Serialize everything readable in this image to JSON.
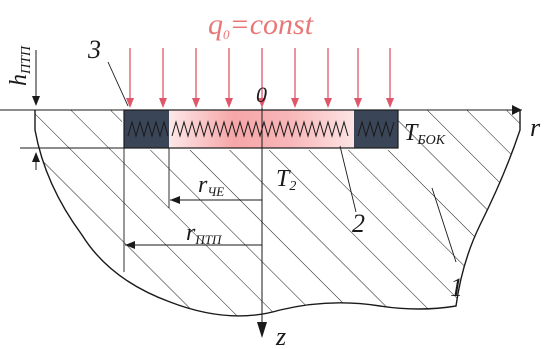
{
  "labels": {
    "q0": "q",
    "q0_sub": "0",
    "q0_rest": "=const",
    "h": "h",
    "h_sub": "ПТП",
    "origin": "0",
    "r_axis": "r",
    "z_axis": "z",
    "T_side": "T",
    "T_side_sub": "БОК",
    "T2": "T",
    "T2_sub": "2",
    "r_che": "r",
    "r_che_sub": "ЧЕ",
    "r_ptp": "r",
    "r_ptp_sub": "ПТП",
    "num1": "1",
    "num2": "2",
    "num3": "3"
  },
  "colors": {
    "heat_arrows": "#e0576a",
    "q_label": "#e87878",
    "guard_block": "#3a4658",
    "heater_gradient_center": "#f6a6a8",
    "heater_gradient_edge": "#fde8e8",
    "line": "#1a1a1a"
  }
}
